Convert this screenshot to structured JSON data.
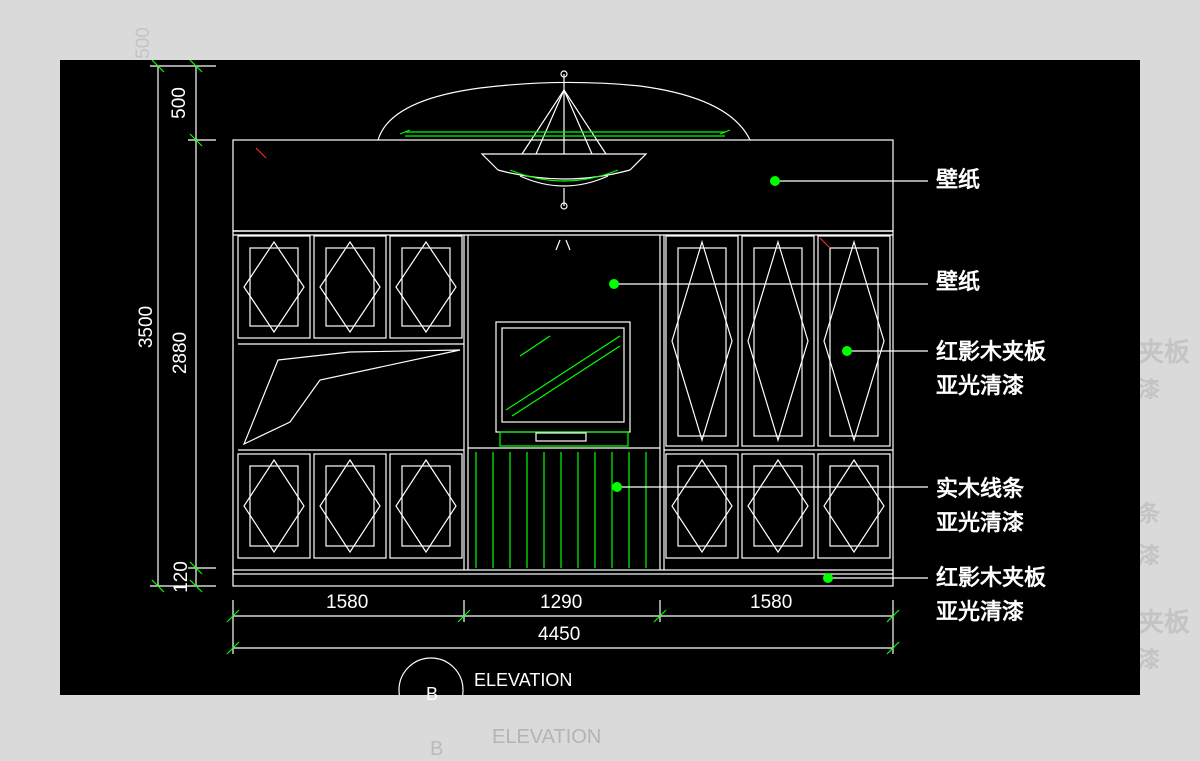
{
  "background_ghost": {
    "labels_right": [
      "夹板",
      "漆",
      "条",
      "漆",
      "夹板",
      "漆"
    ],
    "elevation": "ELEVATION",
    "badge": "B",
    "dim_top": "500"
  },
  "dimensions": {
    "height_total": "3500",
    "height_top": "500",
    "height_cabinet": "2880",
    "height_base": "120",
    "width_left": "1580",
    "width_center": "1290",
    "width_right": "1580",
    "width_total": "4450"
  },
  "callouts": [
    {
      "line1": "壁纸",
      "line2": ""
    },
    {
      "line1": "壁纸",
      "line2": ""
    },
    {
      "line1": "红影木夹板",
      "line2": "亚光清漆"
    },
    {
      "line1": "实木线条",
      "line2": "亚光清漆"
    },
    {
      "line1": "红影木夹板",
      "line2": "亚光清漆"
    }
  ],
  "elevation": {
    "title": "ELEVATION",
    "badge": "B"
  },
  "colors": {
    "background": "#000000",
    "line": "#ffffff",
    "accent_green": "#00ff00",
    "frame_gray": "#dadada"
  }
}
